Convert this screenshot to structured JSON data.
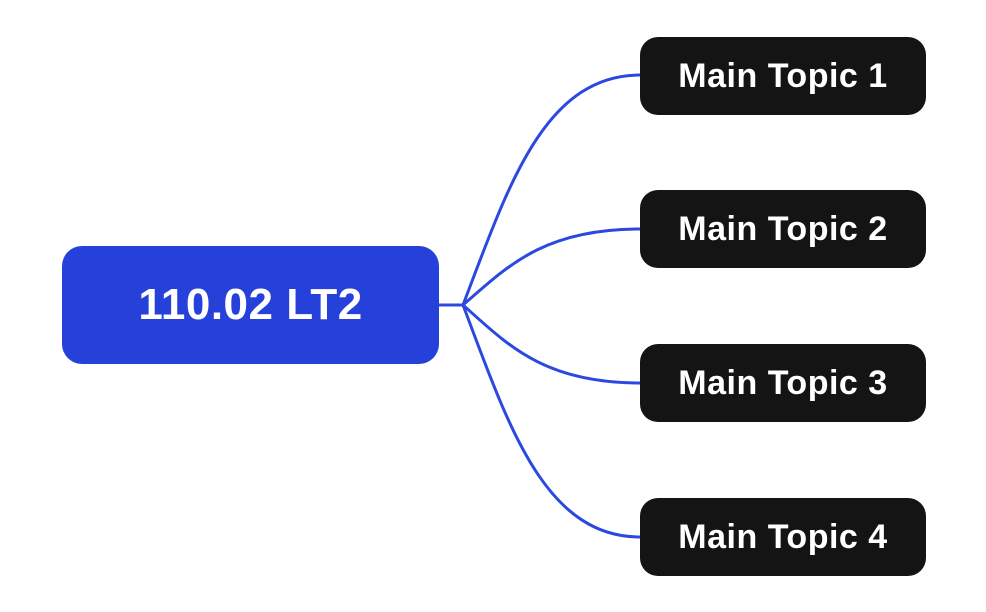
{
  "diagram": {
    "type": "mindmap",
    "root": {
      "label": "110.02 LT2"
    },
    "topics": [
      {
        "label": "Main Topic 1"
      },
      {
        "label": "Main Topic 2"
      },
      {
        "label": "Main Topic 3"
      },
      {
        "label": "Main Topic 4"
      }
    ],
    "colors": {
      "canvas_bg": "#ffffff",
      "root_bg": "#2641DA",
      "root_text": "#ffffff",
      "topic_bg": "#141414",
      "topic_text": "#ffffff",
      "connector": "#2B49E0"
    }
  }
}
